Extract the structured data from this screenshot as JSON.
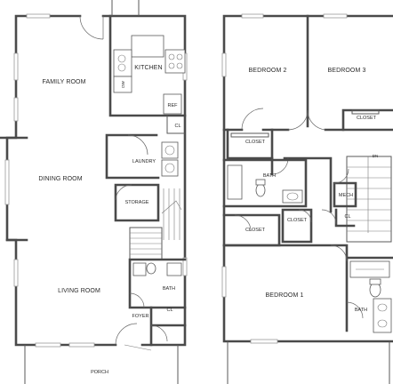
{
  "floor_plan": {
    "first_floor": {
      "rooms": {
        "family_room": "FAMILY ROOM",
        "kitchen": "KITCHEN",
        "dw": "DW",
        "ref": "REF",
        "cl_kitchen": "CL",
        "laundry": "LAUNDRY",
        "dining_room": "DINING ROOM",
        "storage": "STORAGE",
        "living_room": "LIVING ROOM",
        "bath": "BATH",
        "foyer": "FOYER",
        "cl_foyer": "CL",
        "porch": "PORCH"
      }
    },
    "second_floor": {
      "rooms": {
        "bedroom_2": "BEDROOM 2",
        "bedroom_3": "BEDROOM 3",
        "closet_br3": "CLOSET",
        "closet_br2": "CLOSET",
        "dn": "DN",
        "bath_upper": "BATH",
        "mech": "MECH",
        "closet_center": "CLOSET",
        "cl_upper": "CL",
        "closet_lower": "CLOSET",
        "bedroom_1": "BEDROOM 1",
        "bath_master": "BATH"
      }
    }
  }
}
